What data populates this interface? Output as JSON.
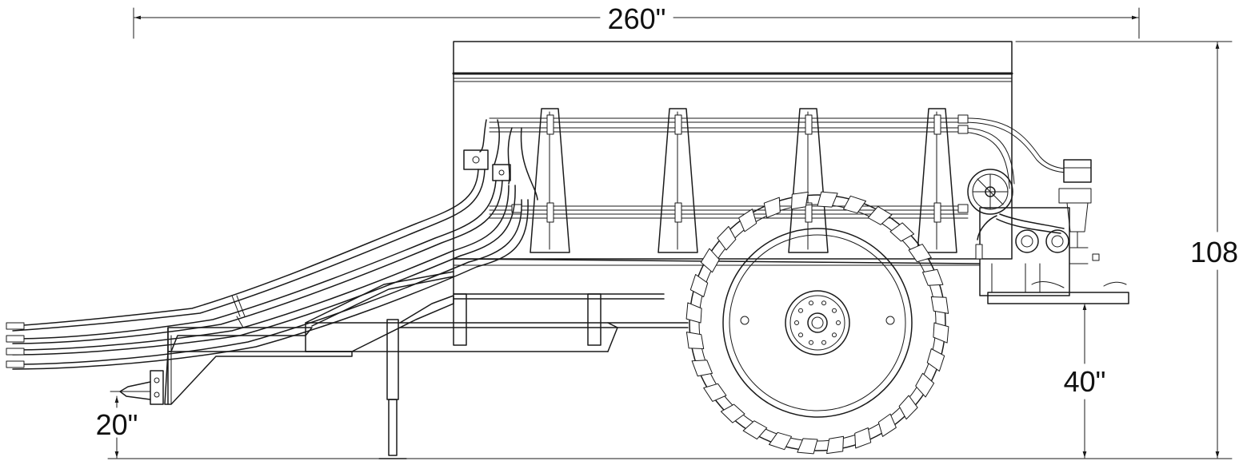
{
  "dimensions": {
    "overall_length": "260\"",
    "overall_height": "108",
    "discharge_height": "40\"",
    "hitch_height": "20\""
  },
  "colors": {
    "line": "#1a1a1a",
    "background": "#ffffff"
  }
}
